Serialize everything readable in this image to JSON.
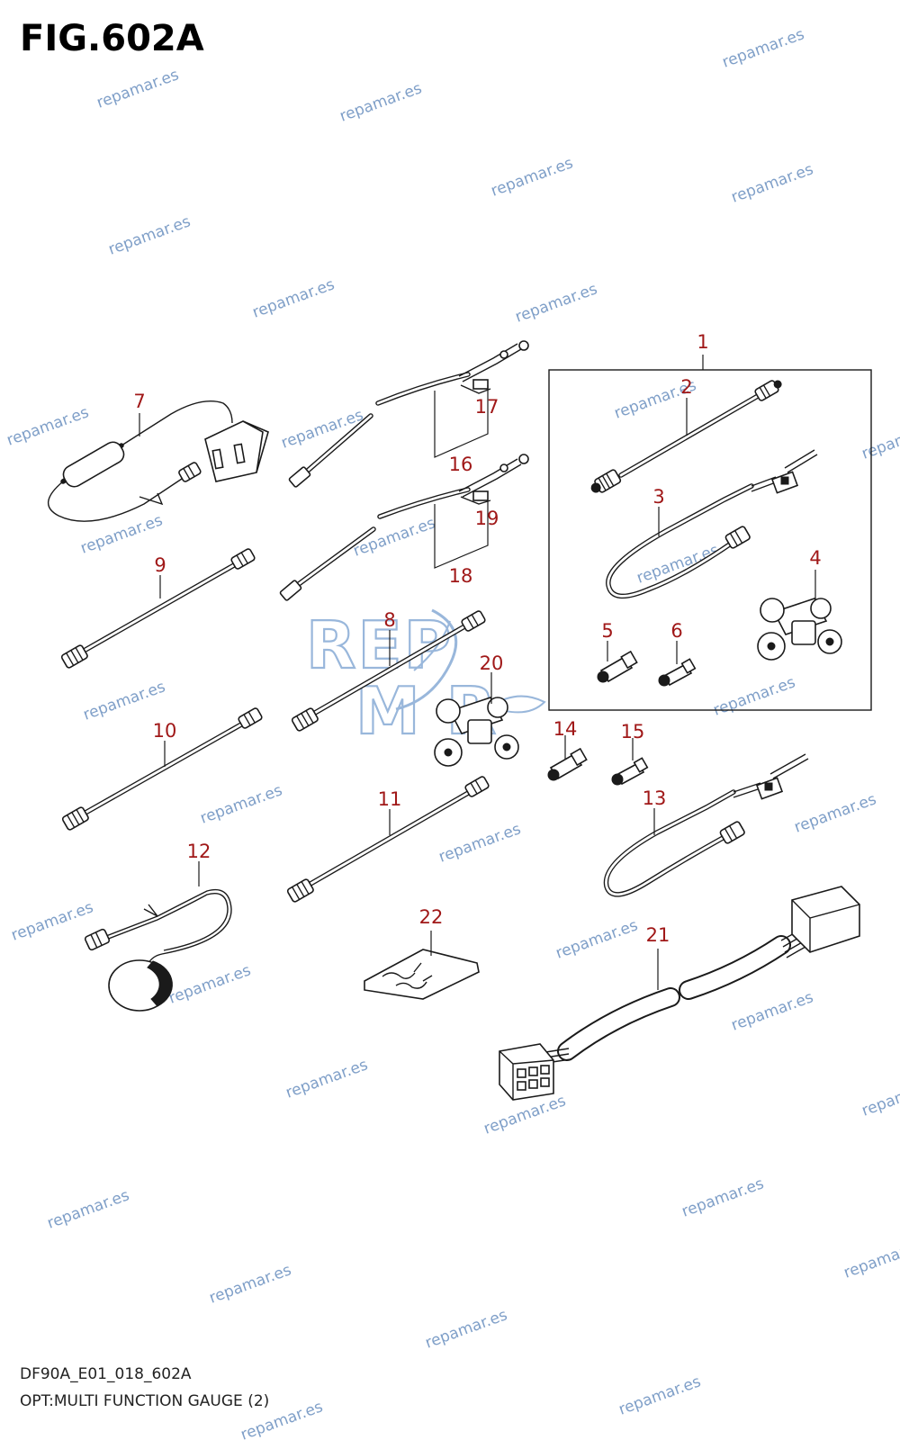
{
  "figure": {
    "title": "FIG.602A",
    "code": "DF90A_E01_018_602A",
    "description": "OPT:MULTI FUNCTION GAUGE (2)"
  },
  "watermark": {
    "text": "repamar.es",
    "color": "#7f9fc8"
  },
  "logo": {
    "text": "REPAMAR",
    "color": "#8fb0d8"
  },
  "callout_color": "#a01818",
  "callouts": [
    "1",
    "2",
    "3",
    "4",
    "5",
    "6",
    "7",
    "8",
    "9",
    "10",
    "11",
    "12",
    "13",
    "14",
    "15",
    "16",
    "17",
    "18",
    "19",
    "20",
    "21",
    "22"
  ]
}
